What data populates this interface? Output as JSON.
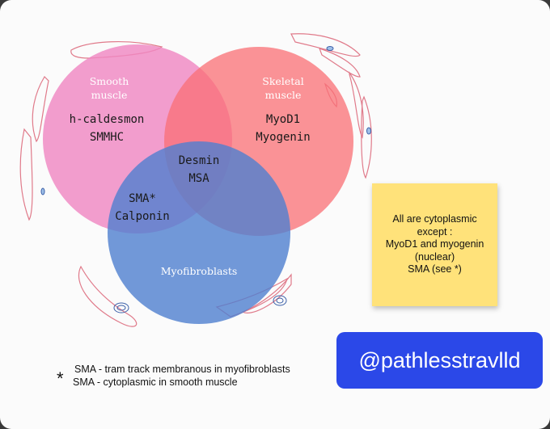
{
  "venn": {
    "smooth_label_1": "Smooth",
    "smooth_label_2": "muscle",
    "smooth_markers_1": "h-caldesmon",
    "smooth_markers_2": "SMMHC",
    "skeletal_label_1": "Skeletal",
    "skeletal_label_2": "muscle",
    "skeletal_markers_1": "MyoD1",
    "skeletal_markers_2": "Myogenin",
    "center_markers_1": "Desmin",
    "center_markers_2": "MSA",
    "smooth_myo_markers_1": "SMA*",
    "smooth_myo_markers_2": "Calponin",
    "myo_label": "Myofibroblasts"
  },
  "colors": {
    "smooth": "#ef87c2",
    "skeletal": "#fa6f74",
    "myofibroblast": "#4f7fd0",
    "note": "#ffe27a",
    "handle": "#2b48e8"
  },
  "note": {
    "line1": "All are cytoplasmic",
    "line2": "except :",
    "line3": "MyoD1 and myogenin",
    "line4": "(nuclear)",
    "line5": "SMA (see *)"
  },
  "handle": "@pathlesstravlld",
  "footnote": {
    "star": "*",
    "line1": "SMA - tram track membranous in myofibroblasts",
    "line2": "SMA - cytoplasmic in smooth muscle"
  }
}
